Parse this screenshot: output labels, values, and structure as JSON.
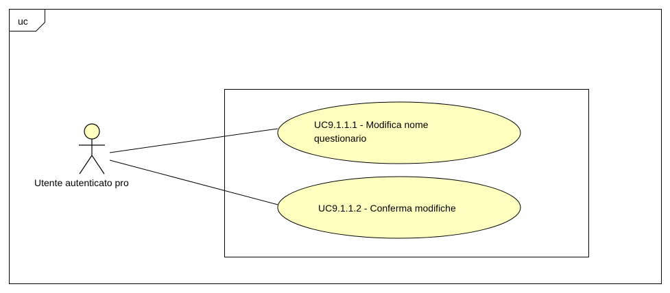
{
  "frame": {
    "label": "uc"
  },
  "actor": {
    "name": "Utente autenticato pro"
  },
  "use_cases": [
    {
      "line1": "UC9.1.1.1 - Modifica nome",
      "line2": "questionario"
    },
    {
      "line1": "UC9.1.1.2 - Conferma modifiche"
    }
  ],
  "colors": {
    "use_case_fill": "#ffffc0",
    "actor_fill": "#ffffc0",
    "stroke": "#000000"
  }
}
